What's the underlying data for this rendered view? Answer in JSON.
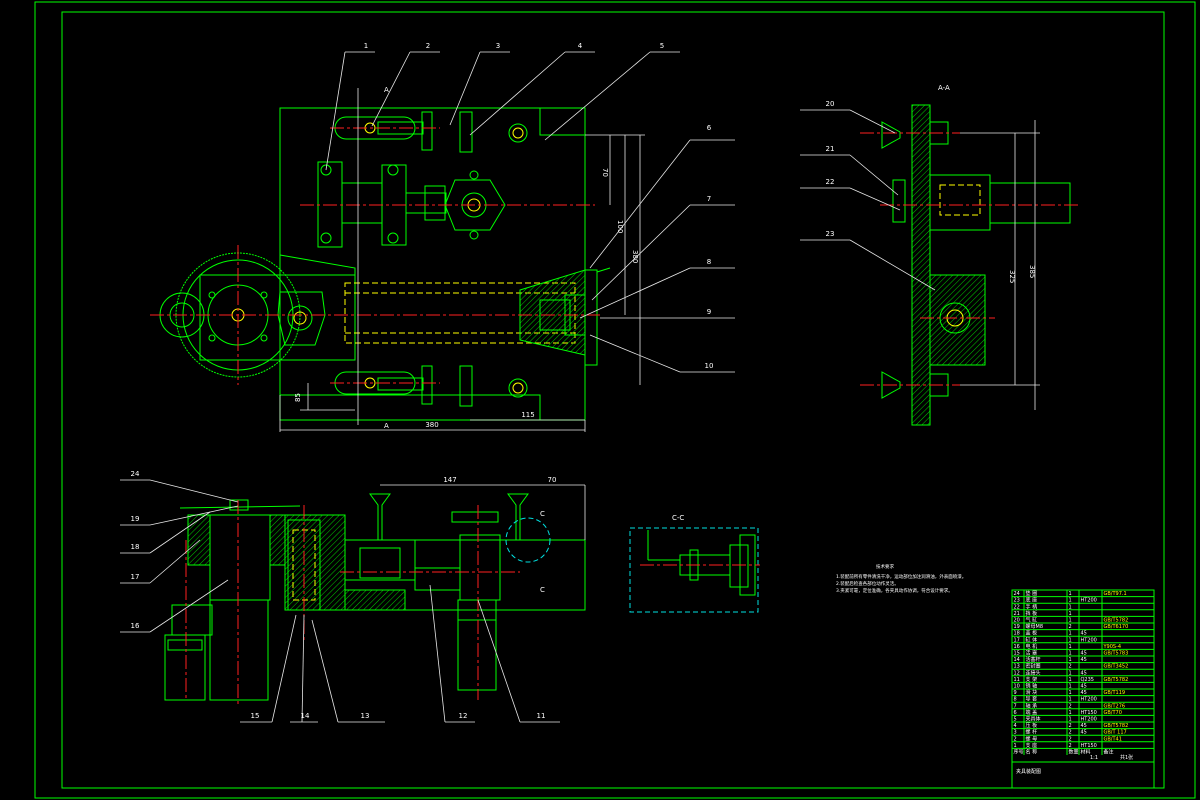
{
  "colors": {
    "background": "#000000",
    "outline": "#00ff00",
    "hidden_lines": "#ffff00",
    "center_lines": "#ff2020",
    "annotation": "#ffffff",
    "section_box": "#00e0e0"
  },
  "views": {
    "section_aa": "A-A",
    "section_cc": "C-C",
    "section_marker_a": "A",
    "section_marker_c": "C"
  },
  "dimensions": {
    "top_width": "380",
    "top_right": "115",
    "top_v1": "70",
    "top_v2": "100",
    "top_v3": "380",
    "top_left_small": "85",
    "aa_v1": "325",
    "aa_v2": "385",
    "front_h1": "147",
    "front_h2": "70"
  },
  "balloons": [
    "1",
    "2",
    "3",
    "4",
    "5",
    "6",
    "7",
    "8",
    "9",
    "10",
    "11",
    "12",
    "13",
    "14",
    "15",
    "16",
    "17",
    "18",
    "19",
    "20",
    "21",
    "22",
    "23",
    "24"
  ],
  "notes": {
    "title": "技术要求",
    "lines": [
      "1.装配前所有零件清洗干净，运动部位加注润滑油，外表面喷漆。",
      "2.装配后检查各部位动作灵活。",
      "3.夹紧可靠，定位准确，各夹具动作协调，符合设计要求。"
    ]
  },
  "title_block": {
    "rows": [
      [
        "24",
        "垫 圈",
        "1",
        "",
        "GB/T97.1"
      ],
      [
        "23",
        "底 座",
        "1",
        "HT200",
        ""
      ],
      [
        "22",
        "手 柄",
        "1",
        "",
        ""
      ],
      [
        "21",
        "挡 板",
        "1",
        "",
        ""
      ],
      [
        "20",
        "气 缸",
        "1",
        "",
        "GB/T5782"
      ],
      [
        "19",
        "螺母M8",
        "2",
        "",
        "GB/T6170"
      ],
      [
        "18",
        "盖 板",
        "1",
        "45",
        ""
      ],
      [
        "17",
        "缸 体",
        "1",
        "HT200",
        ""
      ],
      [
        "16",
        "电 机",
        "1",
        "",
        "Y90S-4"
      ],
      [
        "15",
        "活 塞",
        "1",
        "45",
        "GB/T5783"
      ],
      [
        "14",
        "活塞杆",
        "1",
        "45",
        ""
      ],
      [
        "13",
        "密封圈",
        "2",
        "",
        "GB/T3452"
      ],
      [
        "12",
        "连接头",
        "1",
        "45",
        ""
      ],
      [
        "11",
        "支 架",
        "1",
        "Q235",
        "GB/T5782"
      ],
      [
        "10",
        "销 轴",
        "1",
        "45",
        ""
      ],
      [
        "9",
        "滑 块",
        "1",
        "45",
        "GB/T119"
      ],
      [
        "8",
        "导 套",
        "1",
        "HT200",
        ""
      ],
      [
        "7",
        "轴 承",
        "2",
        "",
        "GB/T276"
      ],
      [
        "6",
        "端 盖",
        "1",
        "HT150",
        "GB/T70"
      ],
      [
        "5",
        "夹具体",
        "1",
        "HT200",
        ""
      ],
      [
        "4",
        "压 板",
        "2",
        "45",
        "GB/T5782"
      ],
      [
        "3",
        "螺 杆",
        "2",
        "45",
        "GB/T 117"
      ],
      [
        "2",
        "螺 母",
        "2",
        "",
        "GB/T41"
      ],
      [
        "1",
        "支 座",
        "2",
        "HT150",
        ""
      ]
    ],
    "header": [
      "序号",
      "名 称",
      "数量",
      "材料",
      "备注"
    ],
    "drawing_title": "夹具装配图",
    "scale": "1:1",
    "sheet": "共1张"
  }
}
